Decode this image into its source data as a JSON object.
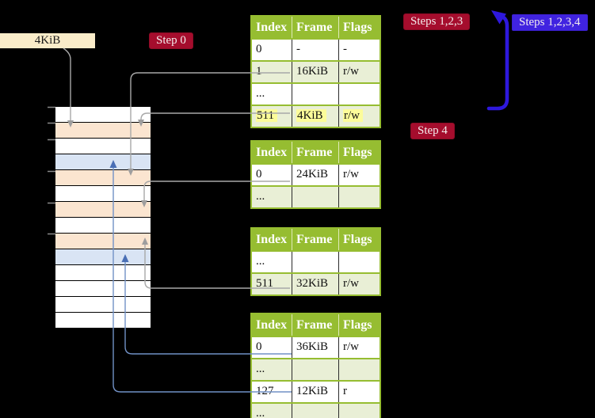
{
  "title": "page table translation diagram",
  "free_frame_label": "4KiB",
  "badges": {
    "step0": "Step 0",
    "steps123": "Steps 1,2,3",
    "steps1234": "Steps 1,2,3,4",
    "step4": "Step 4"
  },
  "memory": {
    "rows": [
      {
        "color": "white"
      },
      {
        "color": "peach"
      },
      {
        "color": "white"
      },
      {
        "color": "blue"
      },
      {
        "color": "peach"
      },
      {
        "color": "white"
      },
      {
        "color": "peach"
      },
      {
        "color": "white"
      },
      {
        "color": "peach"
      },
      {
        "color": "blue"
      },
      {
        "color": "white"
      },
      {
        "color": "white"
      },
      {
        "color": "white"
      },
      {
        "color": "white"
      }
    ]
  },
  "tables": {
    "t1": {
      "headers": [
        "Index",
        "Frame",
        "Flags"
      ],
      "rows": [
        [
          "0",
          "-",
          "-"
        ],
        [
          "1",
          "16KiB",
          "r/w"
        ],
        [
          "...",
          "",
          ""
        ],
        [
          "511",
          "4KiB",
          "r/w"
        ]
      ]
    },
    "t2": {
      "headers": [
        "Index",
        "Frame",
        "Flags"
      ],
      "rows": [
        [
          "0",
          "24KiB",
          "r/w"
        ],
        [
          "...",
          "",
          ""
        ]
      ]
    },
    "t3": {
      "headers": [
        "Index",
        "Frame",
        "Flags"
      ],
      "rows": [
        [
          "...",
          "",
          ""
        ],
        [
          "511",
          "32KiB",
          "r/w"
        ]
      ]
    },
    "t4": {
      "headers": [
        "Index",
        "Frame",
        "Flags"
      ],
      "rows": [
        [
          "0",
          "36KiB",
          "r/w"
        ],
        [
          "...",
          "",
          ""
        ],
        [
          "127",
          "12KiB",
          "r"
        ],
        [
          "...",
          "",
          ""
        ]
      ]
    }
  },
  "palette": {
    "background": "#000000",
    "table_header_green": "#96BD31",
    "table_row_green": "#E9EFD6",
    "frame_peach": "#FBE5D0",
    "frame_blue": "#D9E4F4",
    "free_frame_beige": "#FAECC9",
    "highlight_yellow": "#FCFC9A",
    "badge_red": "#A50D2D",
    "badge_blue": "#4023E0",
    "loop_arrow_blue": "#2E18DD",
    "connector_gray": "#A8A8A8",
    "connector_blue": "#7191C6"
  }
}
